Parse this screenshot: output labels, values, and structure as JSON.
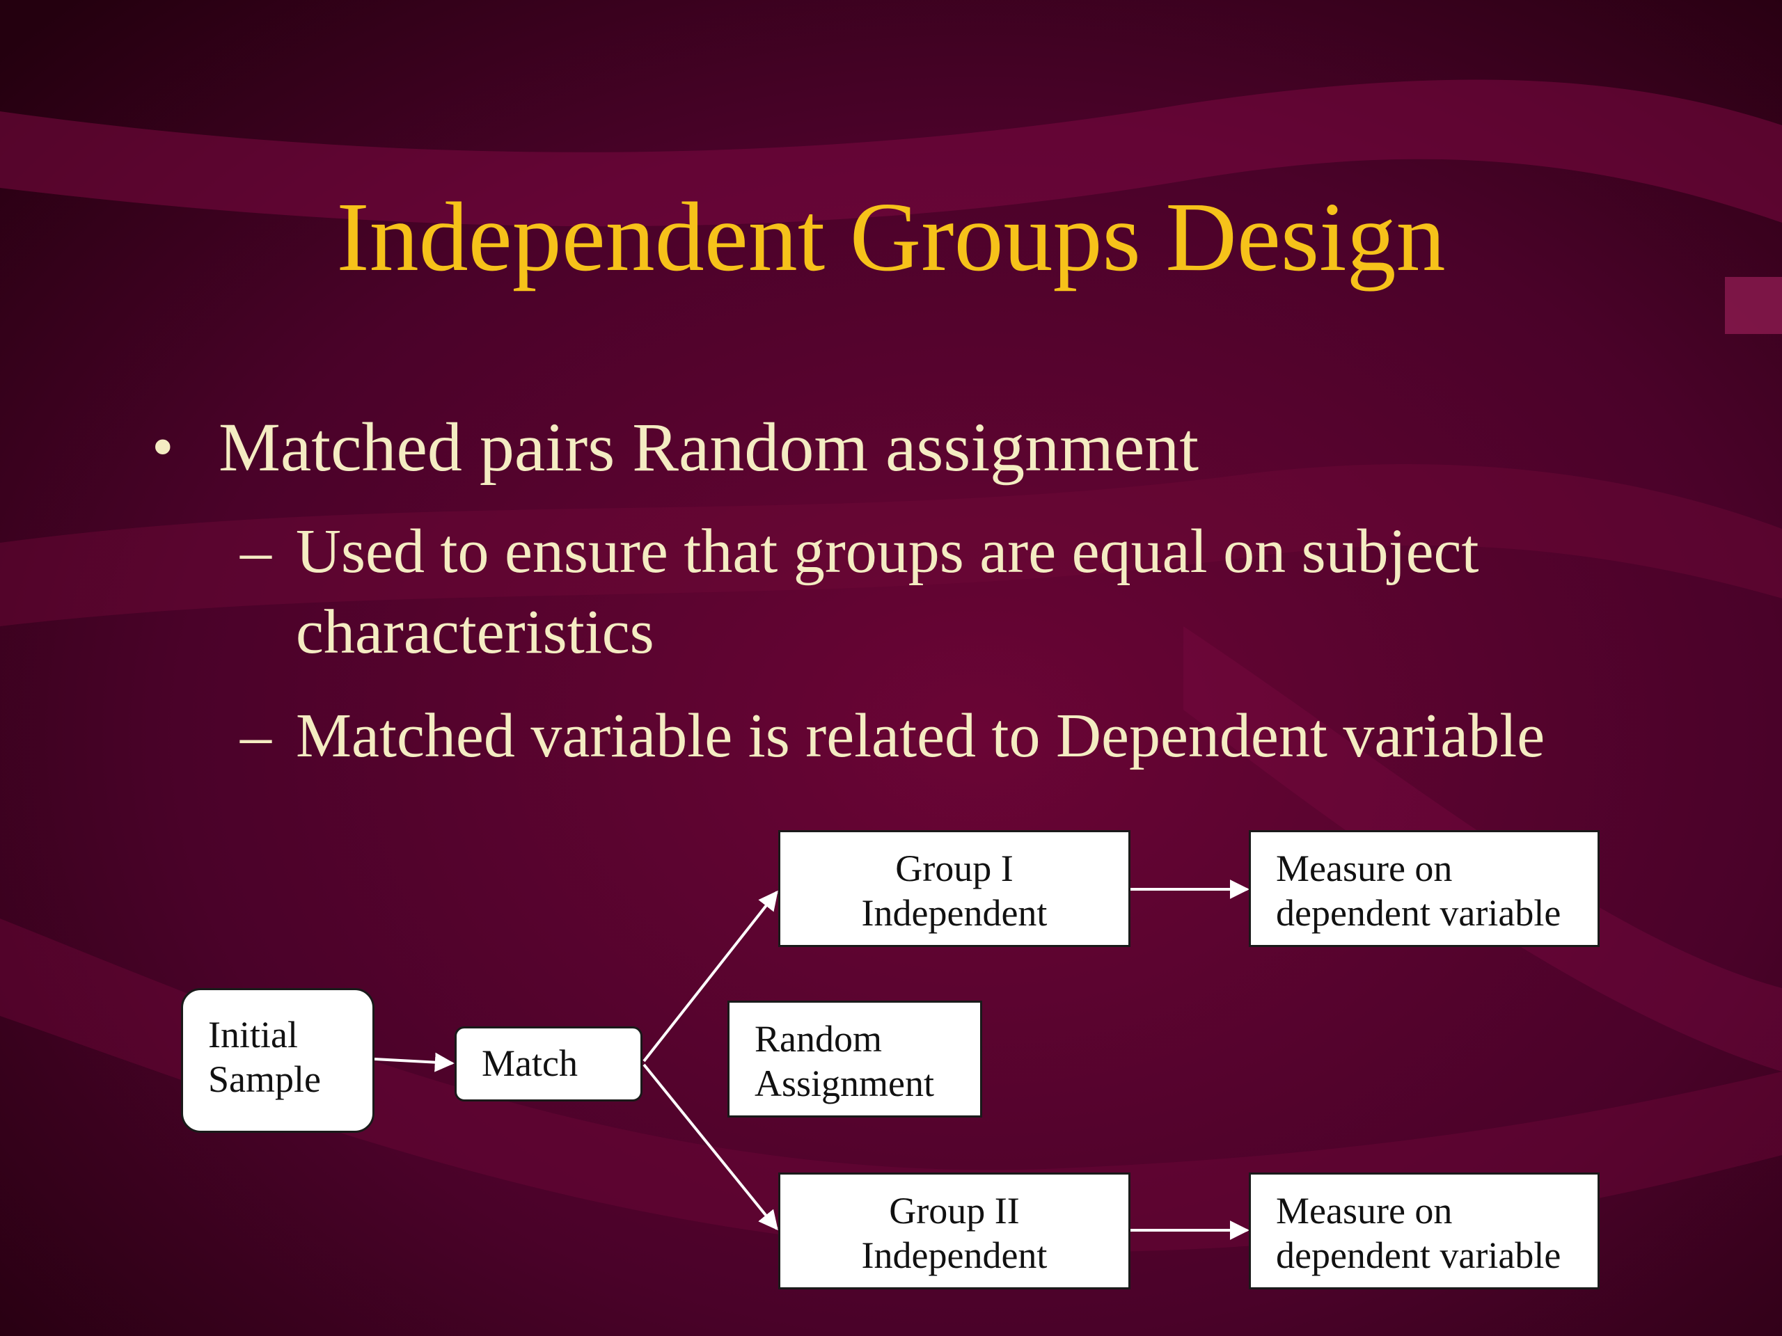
{
  "slide": {
    "title": "Independent Groups Design",
    "bullet": {
      "marker": "•",
      "text": "Matched pairs Random assignment"
    },
    "sub_bullets": [
      {
        "dash": "–",
        "text": "Used to ensure that groups are equal on subject characteristics"
      },
      {
        "dash": "–",
        "text": "Matched variable is related to Dependent variable"
      }
    ]
  },
  "diagram": {
    "initial_sample": {
      "line1": "Initial",
      "line2": "Sample"
    },
    "match": {
      "label": "Match"
    },
    "random_assignment": {
      "line1": "Random",
      "line2": "Assignment"
    },
    "group1": {
      "line1": "Group I",
      "line2": "Independent"
    },
    "group2": {
      "line1": "Group II",
      "line2": "Independent"
    },
    "measure1": {
      "line1": "Measure on",
      "line2": "dependent variable"
    },
    "measure2": {
      "line1": "Measure on",
      "line2": "dependent variable"
    }
  },
  "colors": {
    "background": "#3d0122",
    "title": "#f6c21a",
    "body_text": "#f4ecc2",
    "box_fill": "#ffffff",
    "arrow": "#ffffff"
  }
}
